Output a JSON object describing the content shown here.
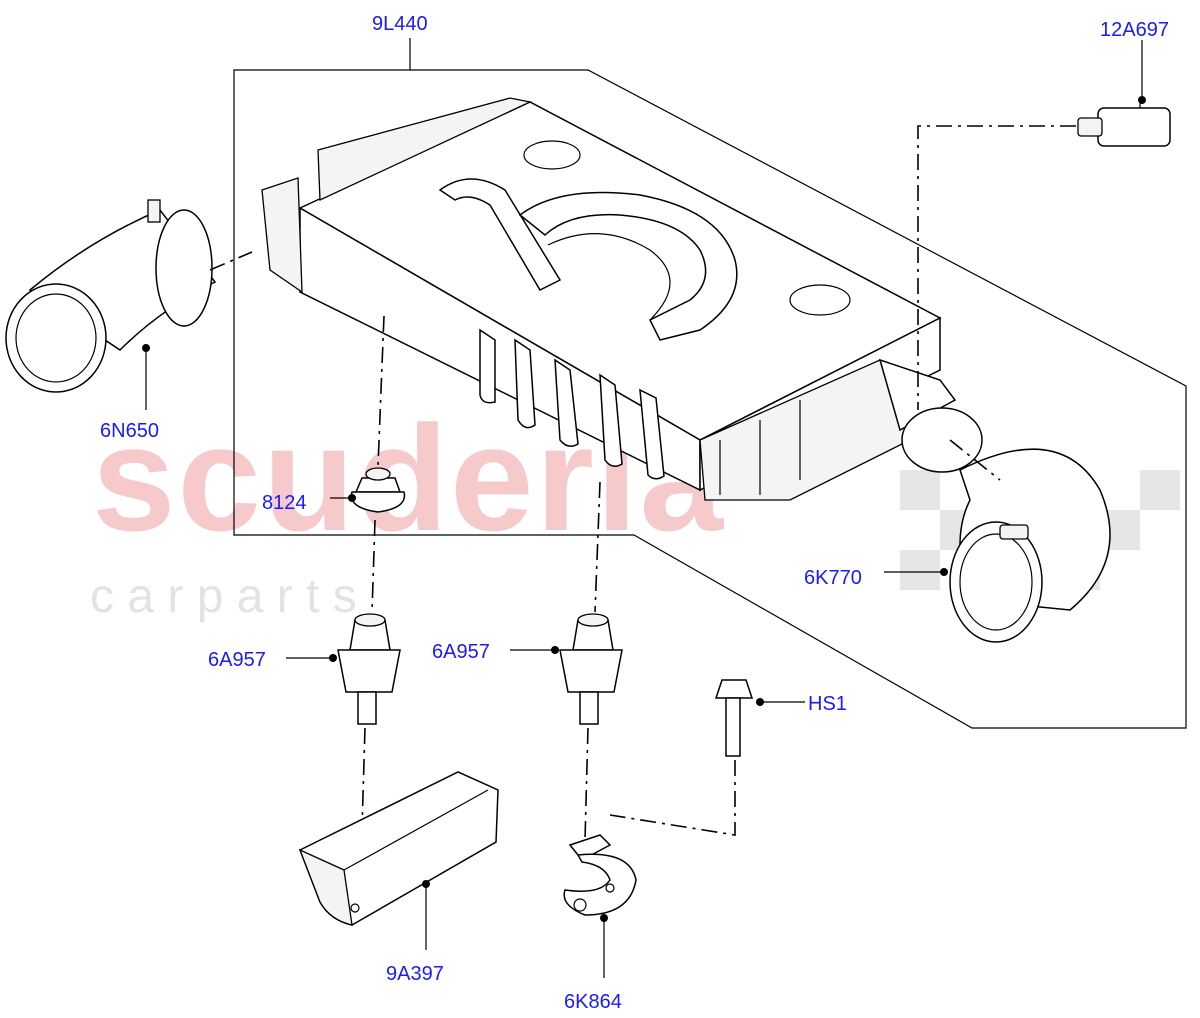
{
  "watermark": {
    "brand": "scuderia",
    "tagline": "c a r p a r t s"
  },
  "colors": {
    "label": "#1a1aff",
    "watermark_red": "#f6caca",
    "watermark_grey": "#e3e3e3",
    "line": "#000000"
  },
  "callouts": {
    "intercooler": "9L440",
    "sensor": "12A697",
    "left_hose": "6N650",
    "grommet": "8124",
    "right_hose": "6K770",
    "mount_left": "6A957",
    "mount_right": "6A957",
    "bolt": "HS1",
    "heat_shield": "9A397",
    "bracket": "6K864"
  }
}
